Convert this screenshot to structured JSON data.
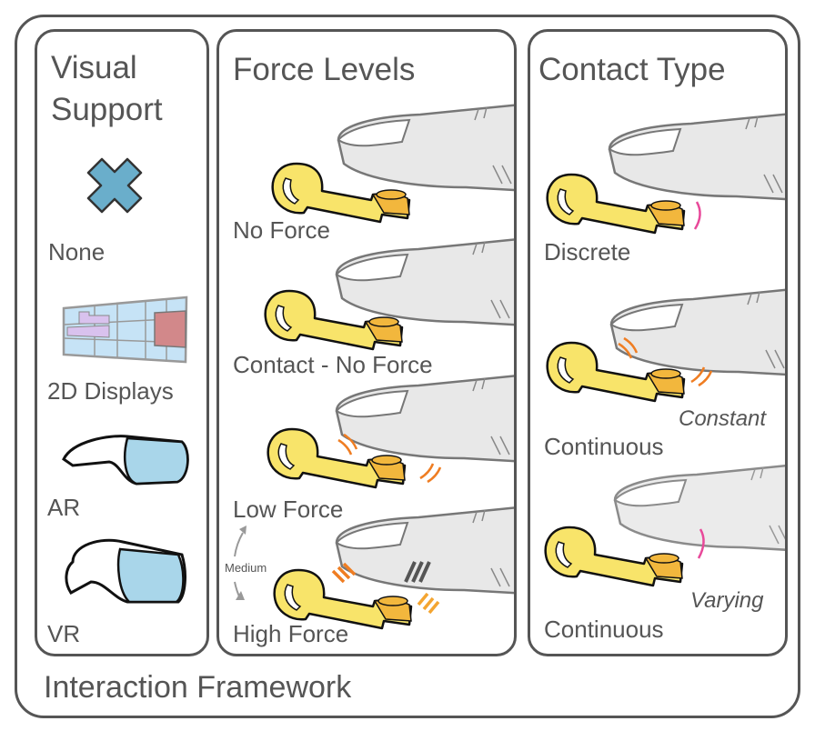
{
  "footer_title": "Interaction Framework",
  "panels": {
    "visual_support": {
      "title_line1": "Visual",
      "title_line2": "Support",
      "items": [
        {
          "label": "None",
          "icon": "x-icon"
        },
        {
          "label": "2D Displays",
          "icon": "display-wall-icon"
        },
        {
          "label": "AR",
          "icon": "ar-headset-icon"
        },
        {
          "label": "VR",
          "icon": "vr-headset-icon"
        }
      ]
    },
    "force_levels": {
      "title": "Force Levels",
      "items": [
        {
          "label": "No Force"
        },
        {
          "label": "Contact - No Force"
        },
        {
          "label": "Low Force"
        },
        {
          "label": "High Force"
        }
      ],
      "medium_label": "Medium"
    },
    "contact_type": {
      "title": "Contact Type",
      "items": [
        {
          "label": "Discrete",
          "note": ""
        },
        {
          "label": "Continuous",
          "note": "Constant"
        },
        {
          "label": "Continuous",
          "note": "Varying"
        }
      ]
    }
  },
  "colors": {
    "outline": "#555555",
    "key": "#f8e46a",
    "key_bit": "#f2b73d",
    "finger": "#e8e8e8",
    "x_icon": "#6aaecb",
    "pink_arrow": "#e8499a",
    "orange_marks": "#ef7d22"
  }
}
